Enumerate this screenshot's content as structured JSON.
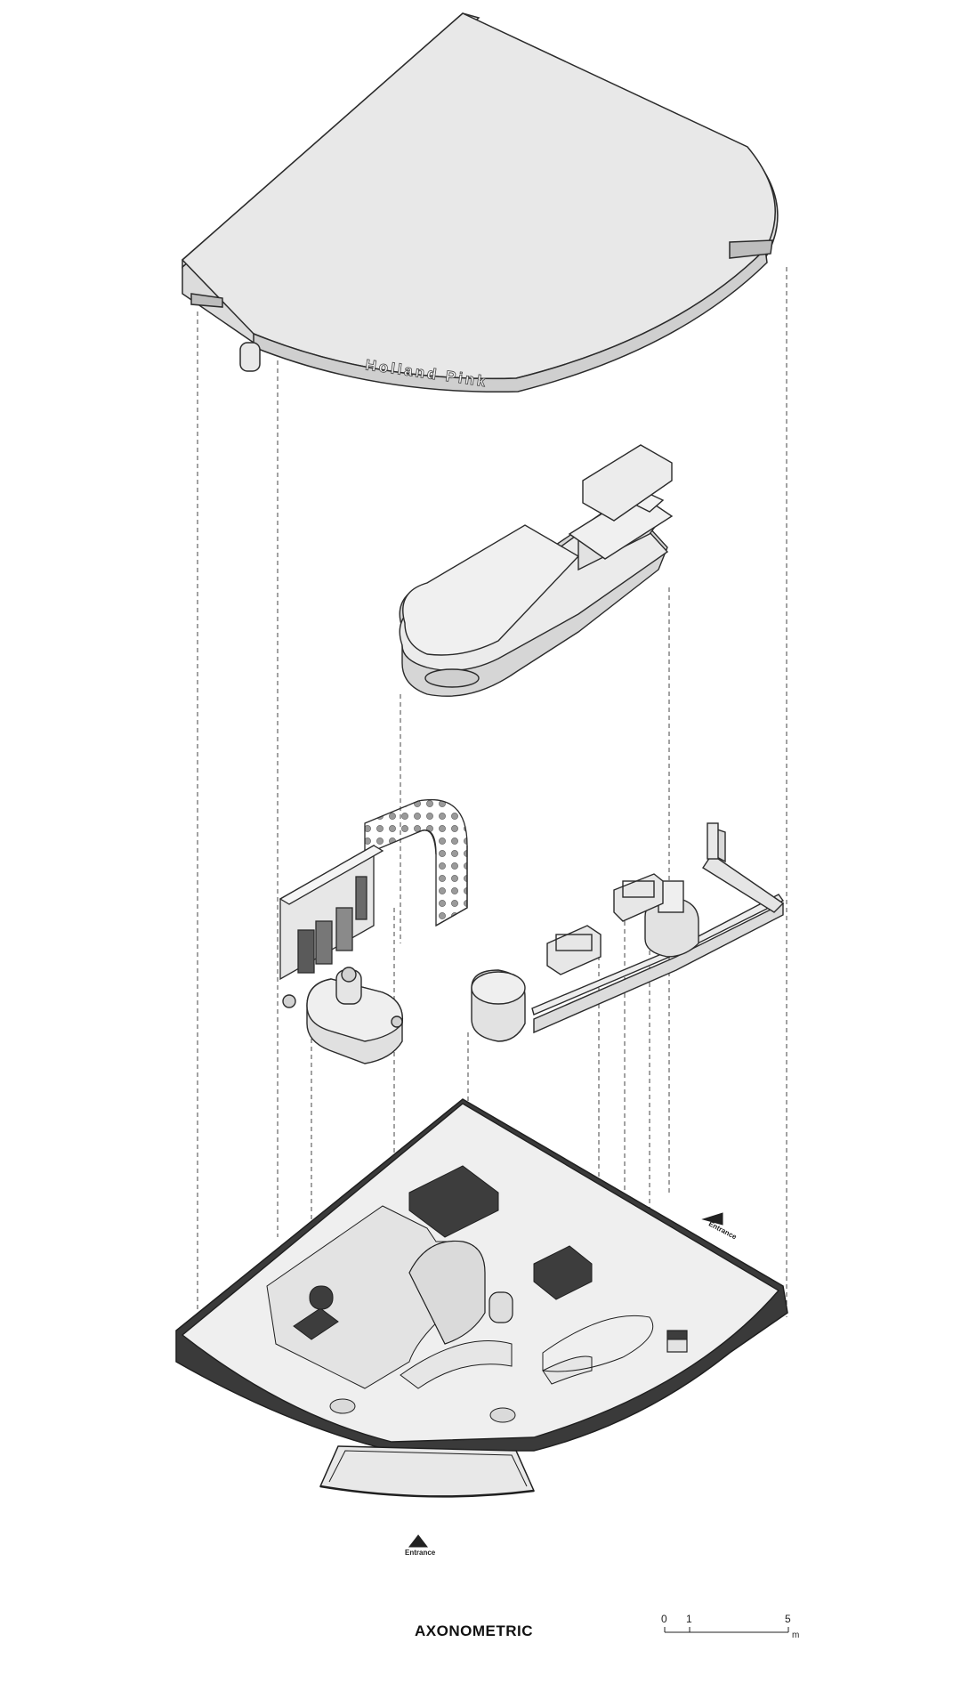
{
  "title": "AXONOMETRIC",
  "roof_sign": "Holland Pink",
  "entrances": {
    "front": "Entrance",
    "side": "Entrance"
  },
  "scale_bar": {
    "ticks": [
      "0",
      "1",
      "5"
    ],
    "unit": "m"
  },
  "colors": {
    "line": "#2b2b2b",
    "surface": "#e9e9e9",
    "shade": "#d6d6d6",
    "dark_wall": "#3a3a3a"
  }
}
